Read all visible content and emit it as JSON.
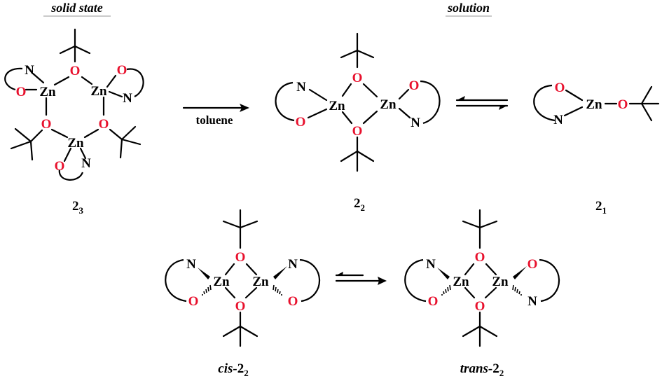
{
  "headers": {
    "solid": "solid state",
    "solution": "solution"
  },
  "arrow": {
    "label": "toluene"
  },
  "labels": {
    "c23": {
      "base": "2",
      "sub": "3"
    },
    "c22": {
      "base": "2",
      "sub": "2"
    },
    "c21": {
      "base": "2",
      "sub": "1"
    },
    "cis": {
      "prefix": "cis-",
      "base": "2",
      "sub": "2"
    },
    "trans": {
      "prefix": "trans-",
      "base": "2",
      "sub": "2"
    }
  },
  "atoms": {
    "zn": "Zn",
    "o": "O",
    "n": "N"
  },
  "colors": {
    "oxygen": "#e8112d",
    "bond": "#000000",
    "header_underline": "#aaaaaa"
  }
}
